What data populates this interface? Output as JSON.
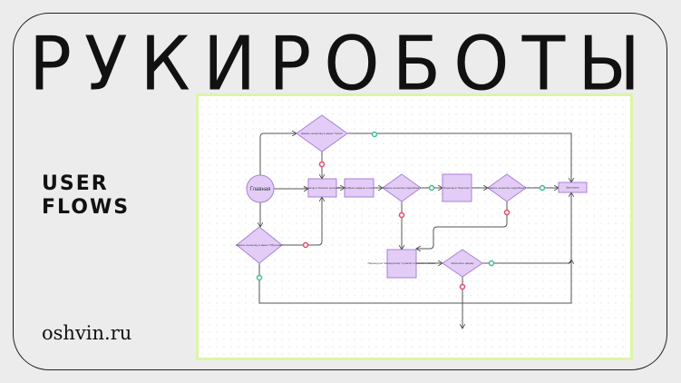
{
  "title": "РУКИРОБОТЫ",
  "subtitle": [
    "USER",
    "FLOWS"
  ],
  "site": "oshvin.ru",
  "colors": {
    "node_fill": "#e3cdf7",
    "node_stroke": "#a97fd6",
    "yes": "#3fbf8f",
    "no": "#e5486a",
    "panel_border": "#ddf5a8"
  },
  "diagram": {
    "start": "Главная",
    "nodes": {
      "d_top": "Нажать на кнопку в меню \"Успех\"",
      "b_catalog": "Переход в \"Каталог деталей\"",
      "b_select": "Выбрать модель и этап",
      "d_q1": "Нажать на кнопку подробнее?",
      "b_card": "Переход в \"Карточку\"",
      "d_q2": "Нажать на кнопку подробнее?",
      "b_end": "Заполнить",
      "d_left": "Нажать на кнопку в меню \"Обучение\"",
      "b_lower": "Переход на \"Калькулятор\" и расчёт стоимости заявки",
      "d_form": "Заполнить форму"
    }
  }
}
